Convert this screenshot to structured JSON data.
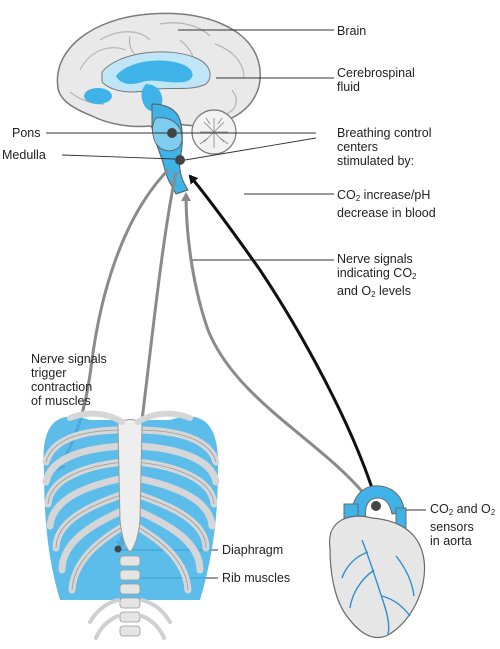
{
  "labels": {
    "brain": "Brain",
    "csf_line1": "Cerebrospinal",
    "csf_line2": "fluid",
    "pons": "Pons",
    "medulla": "Medulla",
    "centers_line1": "Breathing control",
    "centers_line2": "centers",
    "centers_line3": "stimulated by:",
    "co2_line1_a": "CO",
    "co2_line1_sub": "2",
    "co2_line1_b": " increase/pH",
    "co2_line2": "decrease in blood",
    "nerve_line1": "Nerve signals",
    "nerve_line2": "indicating CO",
    "nerve_line2_sub": "2",
    "nerve_line3_a": "and O",
    "nerve_line3_sub": "2",
    "nerve_line3_b": " levels",
    "trigger_line1": "Nerve signals",
    "trigger_line2": "trigger",
    "trigger_line3": "contraction",
    "trigger_line4": "of muscles",
    "sensors_line1_a": "CO",
    "sensors_line1_sub": "2",
    "sensors_line1_b": " and O",
    "sensors_line1_sub2": "2",
    "sensors_line2": "sensors",
    "sensors_line3": "in aorta",
    "diaphragm": "Diaphragm",
    "rib_muscles": "Rib muscles"
  },
  "colors": {
    "brain_outline": "#7a7a7a",
    "brain_fill": "#eaeaea",
    "ventricle_blue": "#3fb2e8",
    "light_blue": "#bfe6f7",
    "bone": "#e6e6e6",
    "nerve_gray": "#8a8a8a",
    "signal_black": "#111111",
    "leader": "#333333"
  }
}
